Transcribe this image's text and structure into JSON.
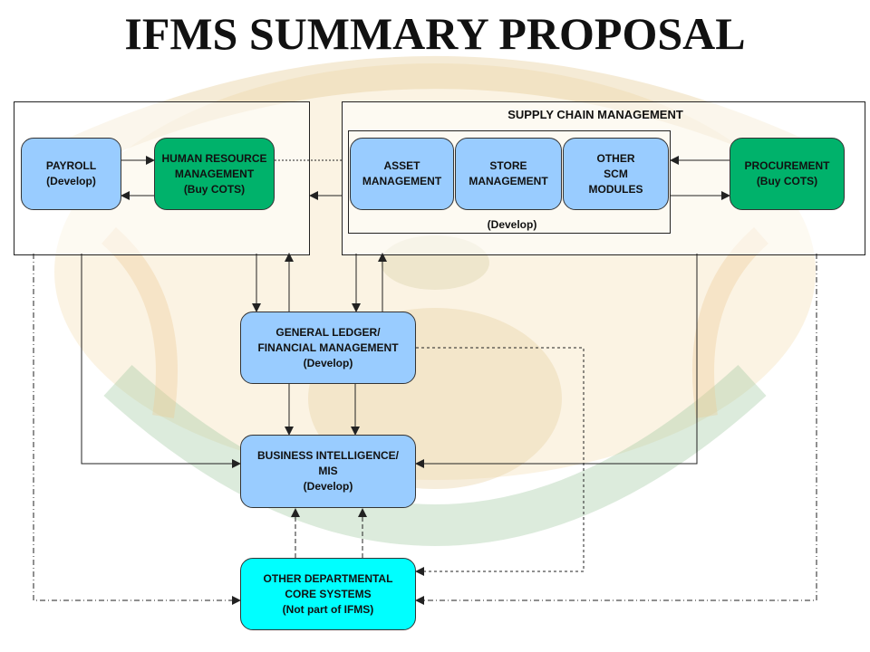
{
  "title": "IFMS SUMMARY PROPOSAL",
  "colors": {
    "blue_box": "#99ccff",
    "green_box": "#00b26b",
    "cyan_box": "#00ffff",
    "lines": "#222222"
  },
  "groups": {
    "scm": "SUPPLY CHAIN MANAGEMENT",
    "develop": "(Develop)"
  },
  "nodes": {
    "payroll": "PAYROLL\n(Develop)",
    "hr": "HUMAN RESOURCE\nMANAGEMENT\n(Buy COTS)",
    "asset": "ASSET\nMANAGEMENT",
    "store": "STORE\nMANAGEMENT",
    "other_scm": "OTHER\nSCM\nMODULES",
    "procurement": "PROCUREMENT\n(Buy COTS)",
    "gl": "GENERAL LEDGER/\nFINANCIAL MANAGEMENT\n(Develop)",
    "bi": "BUSINESS INTELLIGENCE/\nMIS\n(Develop)",
    "other_dept": "OTHER DEPARTMENTAL\nCORE SYSTEMS\n(Not part of IFMS)"
  }
}
